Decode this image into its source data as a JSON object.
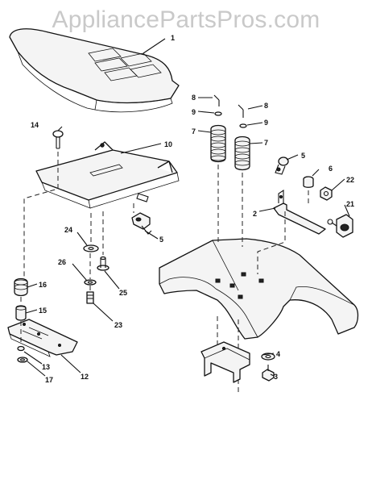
{
  "watermark": "AppliancePartsPros.com",
  "callouts": [
    {
      "key": "seat",
      "label": "1"
    },
    {
      "key": "bracket",
      "label": "2"
    },
    {
      "key": "bolt",
      "label": "3"
    },
    {
      "key": "washer",
      "label": "4"
    },
    {
      "key": "knob_a",
      "label": "5"
    },
    {
      "key": "knob_b",
      "label": "5"
    },
    {
      "key": "bushing",
      "label": "6"
    },
    {
      "key": "spring_a",
      "label": "7"
    },
    {
      "key": "spring_b",
      "label": "7"
    },
    {
      "key": "pin_a",
      "label": "8"
    },
    {
      "key": "pin_b",
      "label": "8"
    },
    {
      "key": "washer_a",
      "label": "9"
    },
    {
      "key": "washer_b",
      "label": "9"
    },
    {
      "key": "seat_pan",
      "label": "10"
    },
    {
      "key": "slide_plate",
      "label": "12"
    },
    {
      "key": "nut_small",
      "label": "13"
    },
    {
      "key": "pivot_pin",
      "label": "14"
    },
    {
      "key": "spacer",
      "label": "15"
    },
    {
      "key": "spring_bump",
      "label": "16"
    },
    {
      "key": "nut_17",
      "label": "17"
    },
    {
      "key": "switch",
      "label": "21"
    },
    {
      "key": "nut_22",
      "label": "22"
    },
    {
      "key": "screw_23",
      "label": "23"
    },
    {
      "key": "washer_24",
      "label": "24"
    },
    {
      "key": "knob_25",
      "label": "25"
    },
    {
      "key": "washer_26",
      "label": "26"
    }
  ]
}
